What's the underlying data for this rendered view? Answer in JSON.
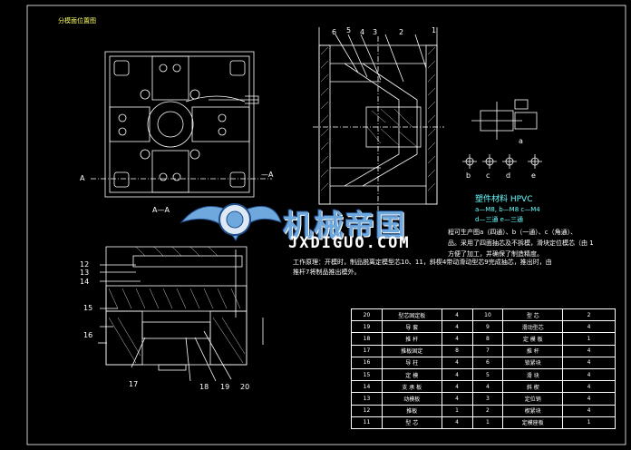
{
  "watermark": {
    "cn": "机械帝国",
    "en": "JXDIGUO.COM"
  },
  "labels": {
    "top_left_title": "分模面位置图",
    "section_a_left": "A",
    "section_a_right": "—A",
    "section_aa": "A—A",
    "small_a": "a",
    "b": "b",
    "c": "c",
    "d": "d",
    "e": "e",
    "n1": "1",
    "n2": "2",
    "n3": "3",
    "n4": "4",
    "n5": "5",
    "n6": "6",
    "n12": "12",
    "n13": "13",
    "n14": "14",
    "n15": "15",
    "n16": "16",
    "n17": "17",
    "n18": "18",
    "n19": "19",
    "n20": "20"
  },
  "notes": {
    "material": "塑件材料 HPVC",
    "legend_1": "a—M8, b—M8  c—M4",
    "legend_2": "d—三通  e—三通",
    "text_1": "程可生产图a（四通）、b（一通）、c（角通）、",
    "text_2": "品。采用了四面抽芯及不拆模，滑块定位模芯（由 1",
    "text_3": "方便了加工，并确保了制造精度。",
    "text_4": "工作原理：开模时，制品脱离定模型芯10、11，斜楔4带动滑动型芯9完成抽芯，推出时，由",
    "text_5": "推杆7将制品推出模外。"
  },
  "bom_rows": [
    [
      "20",
      "型芯固定板",
      "4",
      "10",
      "型 芯",
      "2"
    ],
    [
      "19",
      "导 套",
      "4",
      "9",
      "滑动型芯",
      "4"
    ],
    [
      "18",
      "推 杆",
      "4",
      "8",
      "定 模 板",
      "1"
    ],
    [
      "17",
      "推板固定",
      "8",
      "7",
      "推 杆",
      "4"
    ],
    [
      "16",
      "导 柱",
      "4",
      "6",
      "锁紧块",
      "4"
    ],
    [
      "15",
      "定 模",
      "4",
      "5",
      "滑 块",
      "4"
    ],
    [
      "14",
      "支 承 板",
      "4",
      "4",
      "斜 楔",
      "4"
    ],
    [
      "13",
      "动模板",
      "4",
      "3",
      "定位销",
      "4"
    ],
    [
      "12",
      "推板",
      "1",
      "2",
      "楔紧块",
      "4"
    ],
    [
      "11",
      "型 芯",
      "4",
      "1",
      "定模座板",
      "1"
    ]
  ]
}
